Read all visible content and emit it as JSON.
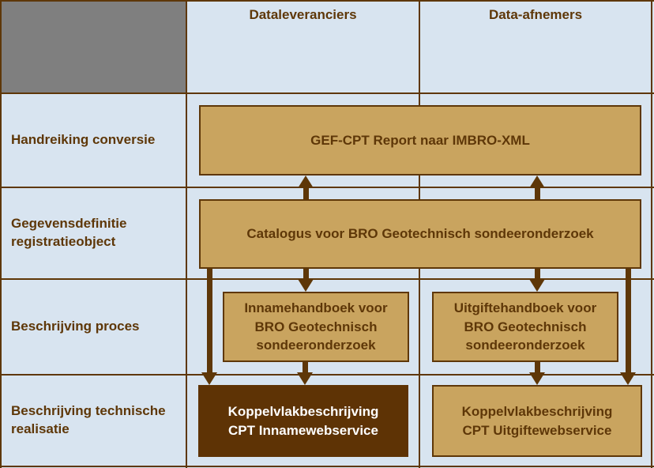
{
  "colors": {
    "background": "#D8E4F0",
    "grid": "#5E3708",
    "gray_cell": "#7F7F7F",
    "box_fill": "#C9A45F",
    "box_border": "#5E3708",
    "text_dark": "#5E3708",
    "dark_box_fill": "#5E3305",
    "dark_box_text": "#FFFFFF"
  },
  "header": {
    "columns": [
      {
        "label": "Dataleveranciers"
      },
      {
        "label": "Data-afnemers"
      }
    ]
  },
  "rows": [
    {
      "label": "Handreiking conversie"
    },
    {
      "label": "Gegevensdefinitie\nregistratieobject"
    },
    {
      "label": "Beschrijving proces"
    },
    {
      "label": "Beschrijving technische\nrealisatie"
    }
  ],
  "boxes": {
    "gef_cpt": {
      "label": "GEF-CPT Report naar IMBRO-XML"
    },
    "catalogus": {
      "label": "Catalogus voor BRO Geotechnisch sondeeronderzoek"
    },
    "innamehandboek": {
      "label": "Innamehandboek voor\nBRO Geotechnisch\nsondeeronderzoek"
    },
    "uitgiftehandboek": {
      "label": "Uitgiftehandboek voor\nBRO Geotechnisch\nsondeeronderzoek"
    },
    "koppelvlak_inname": {
      "label": "Koppelvlakbeschrijving\nCPT Innamewebservice"
    },
    "koppelvlak_uitgifte": {
      "label": "Koppelvlakbeschrijving\nCPT Uitgiftewebservice"
    }
  }
}
